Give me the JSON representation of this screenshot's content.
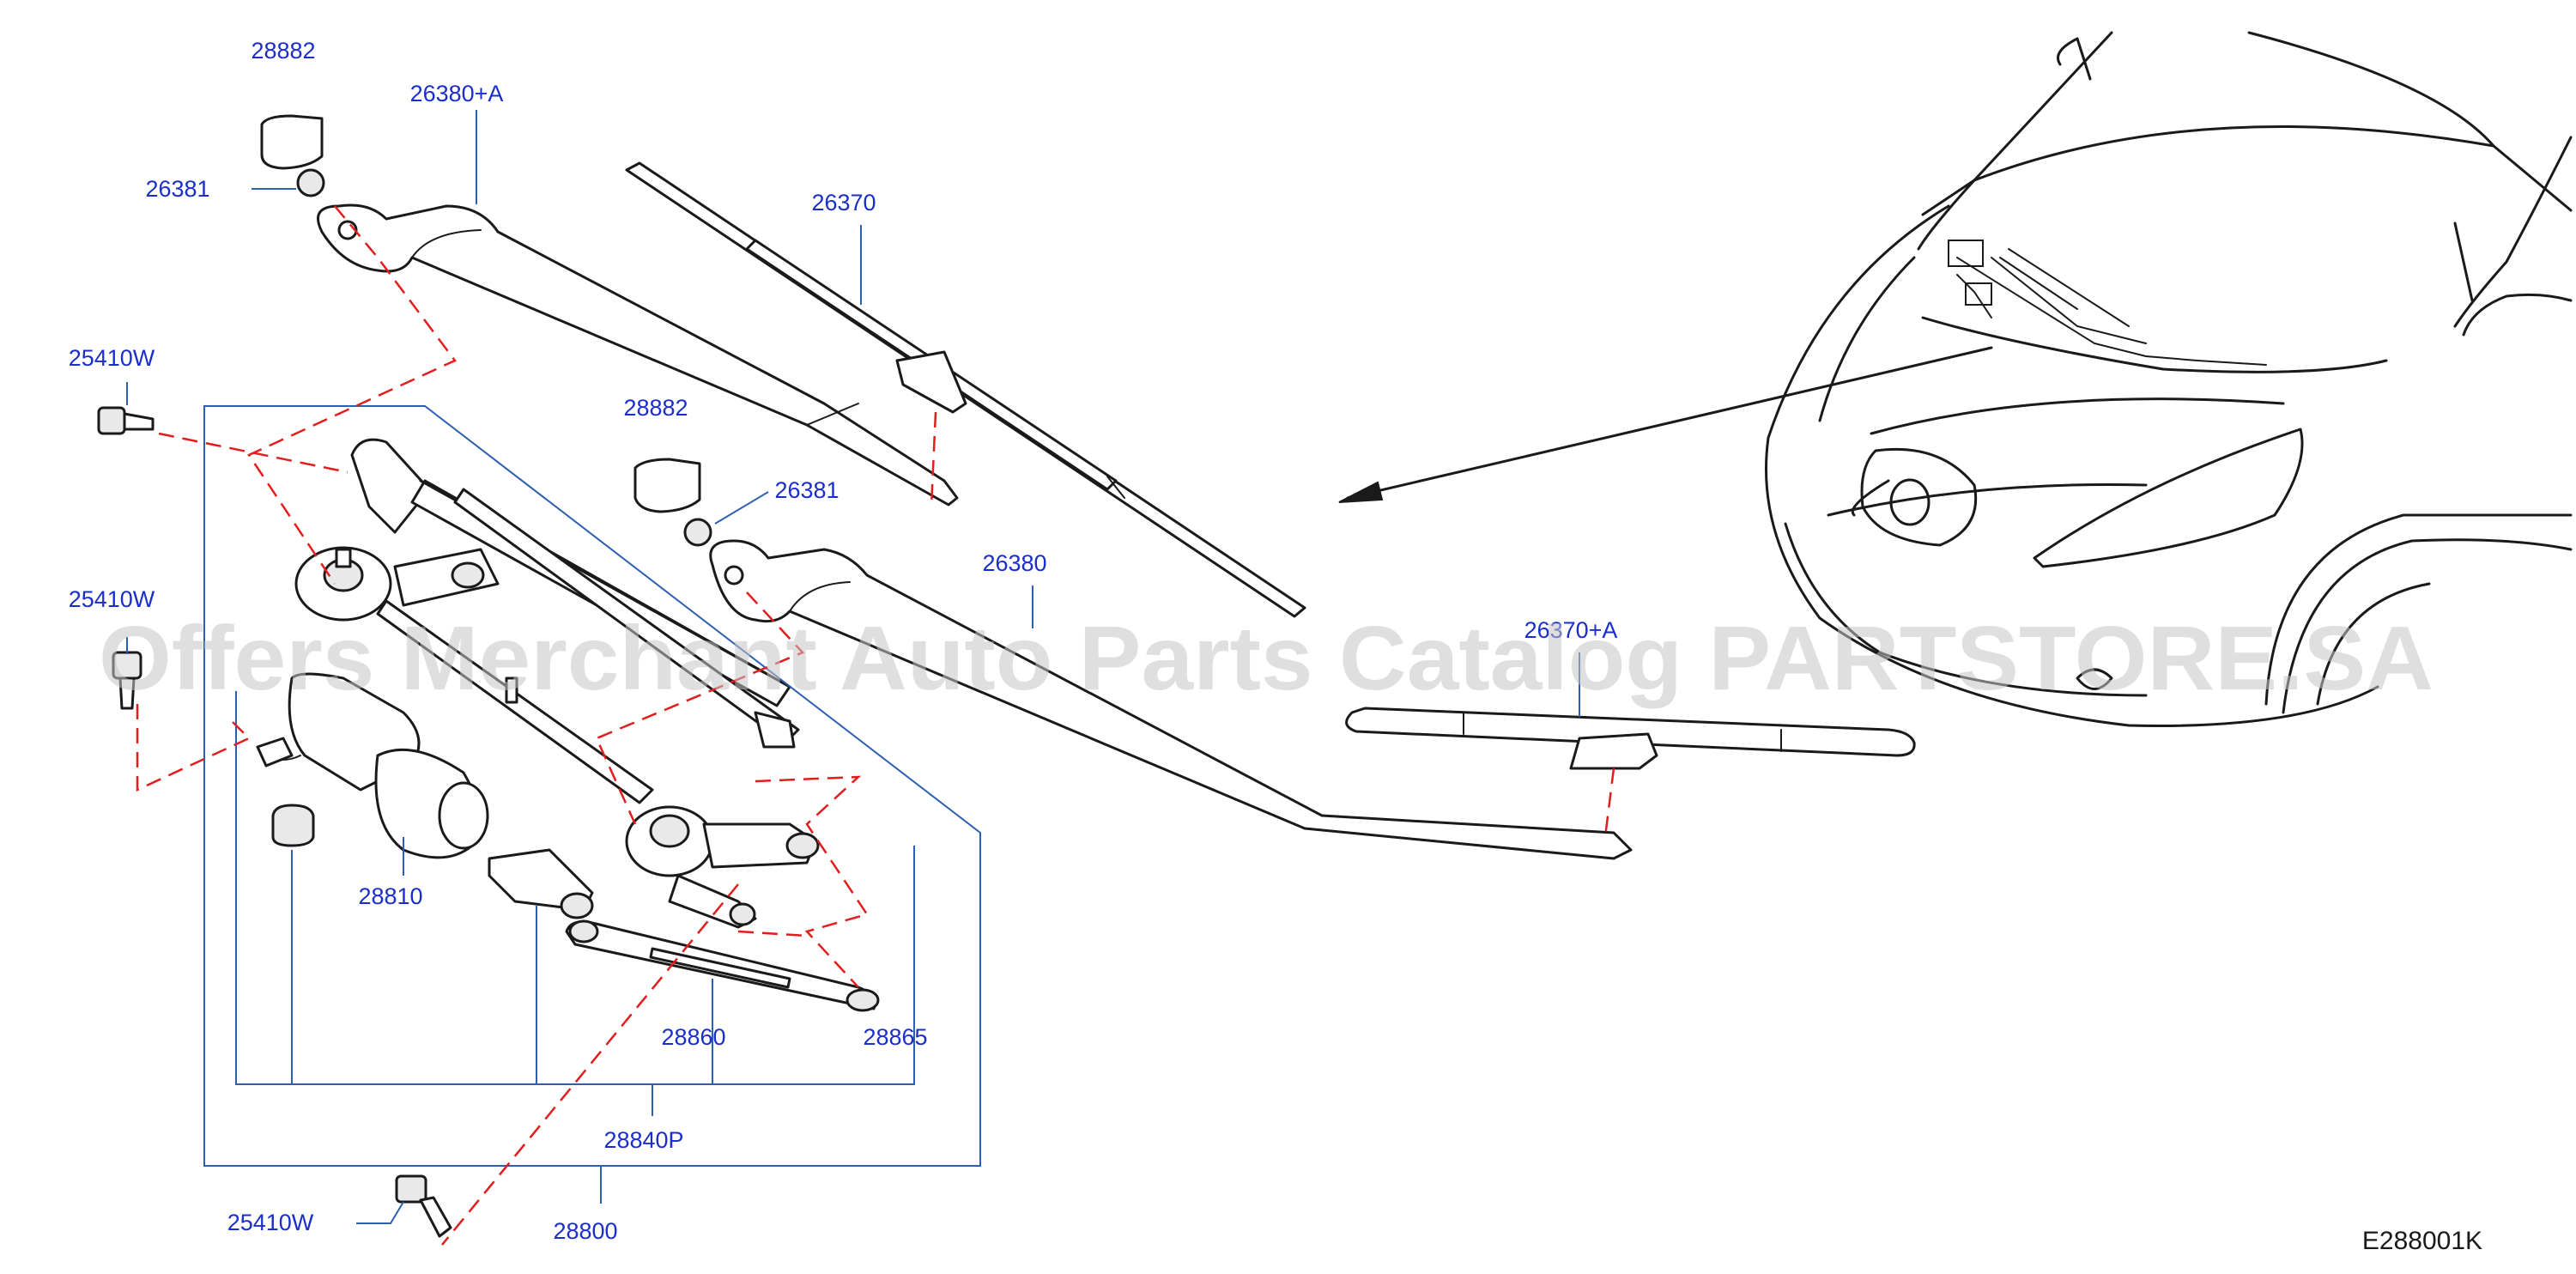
{
  "diagram_code": "E288001K",
  "watermark": "Offers Merchant Auto Parts Catalog PARTSTORE.SA",
  "colors": {
    "label": "#1a2ecc",
    "leader": "#2d5fb0",
    "dashed_guide": "#e21d1d",
    "line_art": "#1a1a1a",
    "watermark": "#c4c4c4"
  },
  "part_labels": [
    "28882",
    "26380+A",
    "26381",
    "26370",
    "25410W",
    "28882",
    "26381",
    "26380",
    "25410W",
    "26370+A",
    "28810",
    "28860",
    "28865",
    "28840P",
    "25410W",
    "28800"
  ]
}
